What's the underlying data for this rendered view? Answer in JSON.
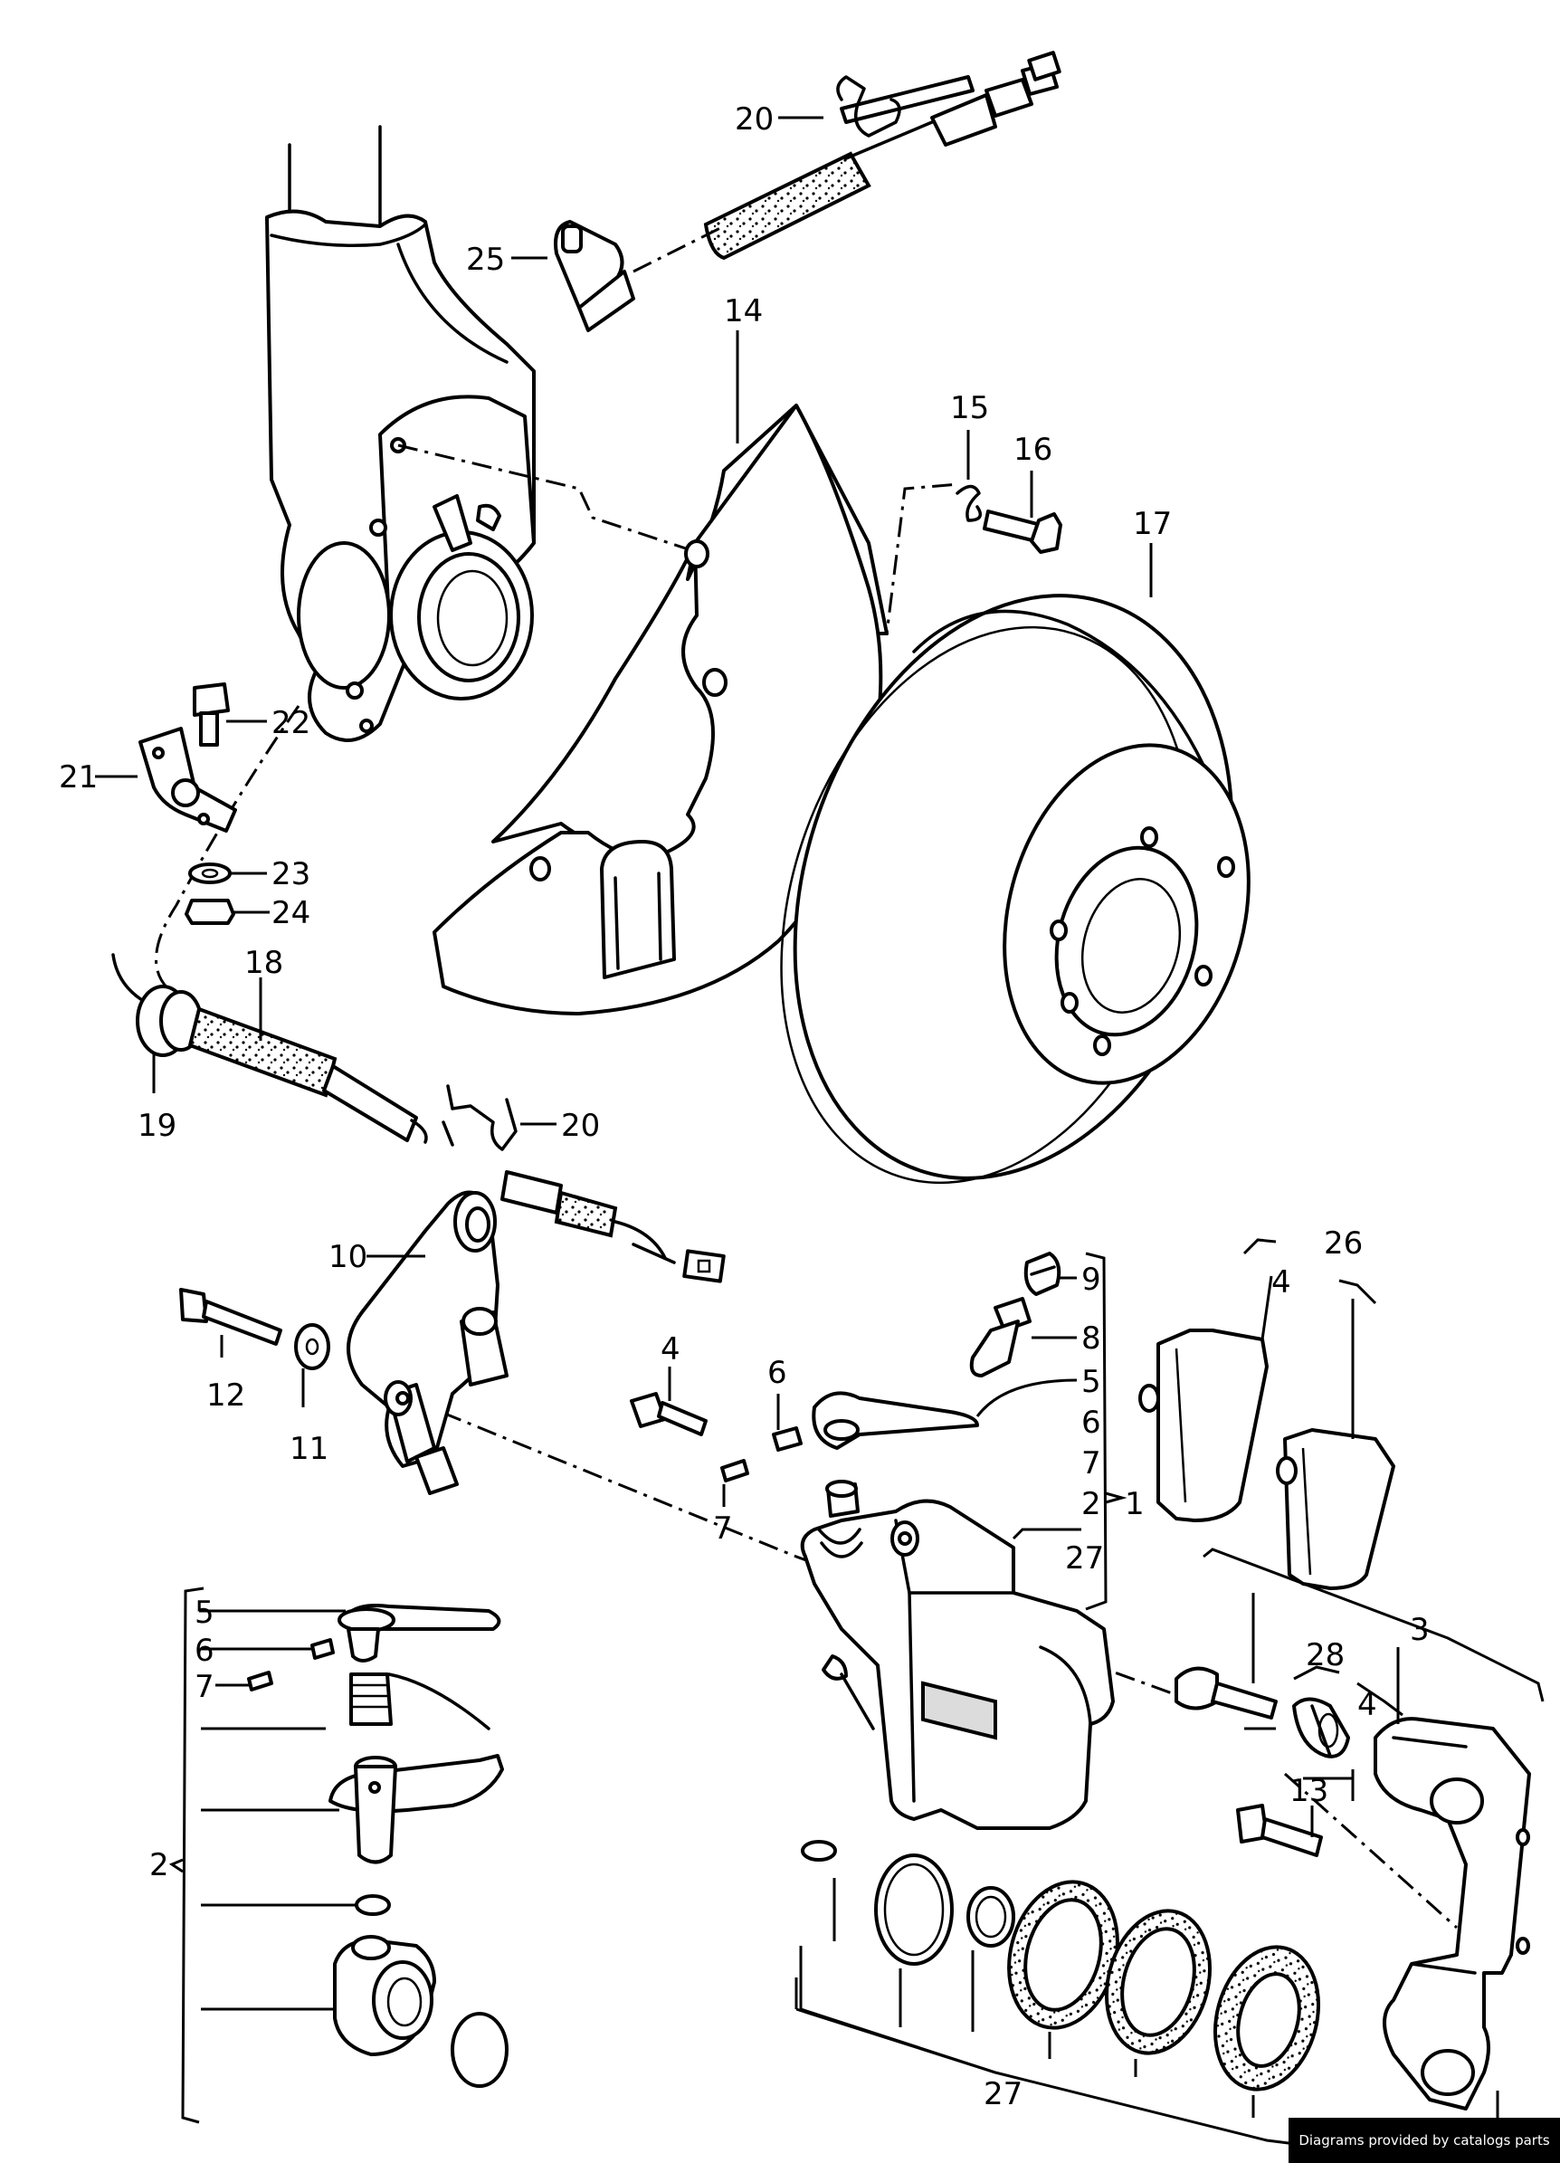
{
  "labels": {
    "l20a": "20",
    "l25": "25",
    "l14": "14",
    "l15": "15",
    "l16": "16",
    "l17": "17",
    "l22": "22",
    "l21": "21",
    "l23": "23",
    "l24": "24",
    "l18": "18",
    "l19": "19",
    "l20b": "20",
    "l10": "10",
    "l12": "12",
    "l11": "11",
    "l26": "26",
    "l9": "9",
    "l8": "8",
    "l4a": "4",
    "l6a": "6",
    "l5a": "5",
    "l6b": "6",
    "l7a": "7",
    "l2a": "2",
    "l1": "1",
    "l7b": "7",
    "l4b": "4",
    "l27a": "27",
    "l3": "3",
    "l28": "28",
    "l4c": "4",
    "l13": "13",
    "l5b": "5",
    "l6c": "6",
    "l7c": "7",
    "l2b": "2",
    "l27b": "27"
  },
  "credit": "Diagrams provided by catalogs parts"
}
